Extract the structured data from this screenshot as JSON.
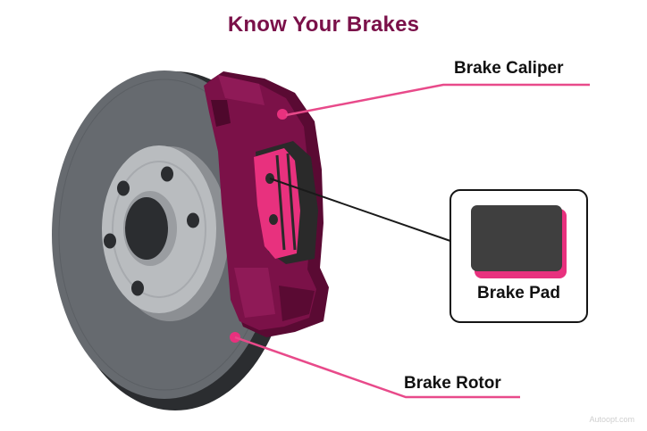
{
  "title": "Know Your Brakes",
  "labels": {
    "caliper": "Brake Caliper",
    "pad": "Brake Pad",
    "rotor": "Brake Rotor"
  },
  "watermark": "Autoopt.com",
  "colors": {
    "title": "#7a1049",
    "accent_line": "#e84a8a",
    "caliper": "#7b1148",
    "caliper_dark": "#5a0a33",
    "pad_pink": "#e8317e",
    "pad_dark": "#3f3f3f",
    "rotor": "#666a6f",
    "rotor_dark": "#2b2d30",
    "hub": "#b9bcbf"
  }
}
